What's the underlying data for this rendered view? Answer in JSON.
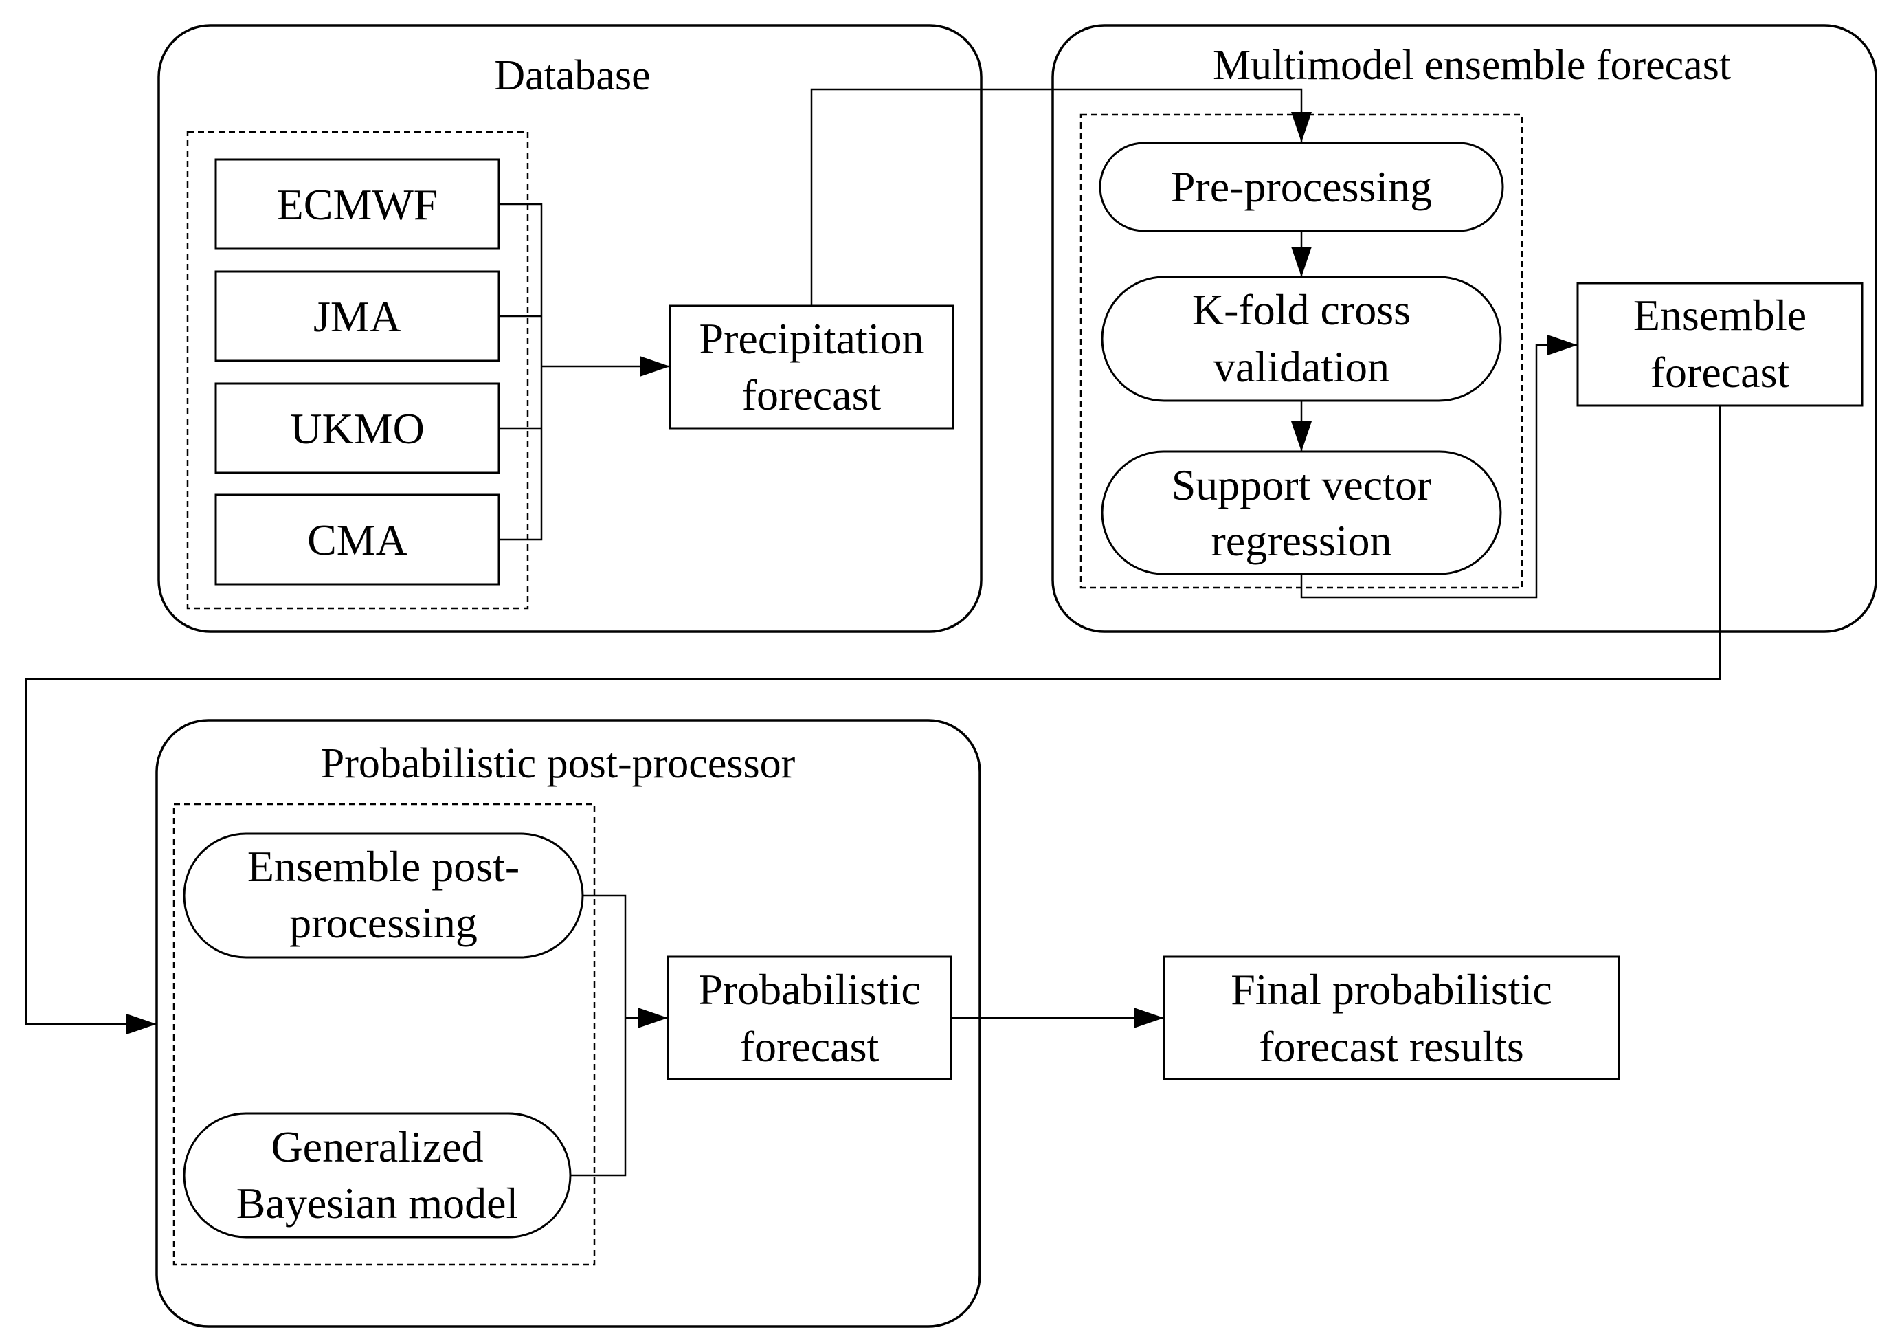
{
  "database": {
    "title": "Database",
    "models": [
      "ECMWF",
      "JMA",
      "UKMO",
      "CMA"
    ],
    "precip": [
      "Precipitation",
      "forecast"
    ]
  },
  "multimodel": {
    "title": "Multimodel ensemble forecast",
    "preprocessing": "Pre-processing",
    "kfold": [
      "K-fold cross",
      "validation"
    ],
    "svr": [
      "Support vector",
      "regression"
    ]
  },
  "ensemble_forecast": [
    "Ensemble",
    "forecast"
  ],
  "post": {
    "title": "Probabilistic post-processor",
    "epp": [
      "Ensemble post-",
      "processing"
    ],
    "gbm": [
      "Generalized",
      "Bayesian model"
    ],
    "prob": [
      "Probabilistic",
      "forecast"
    ]
  },
  "final": [
    "Final probabilistic",
    "forecast results"
  ]
}
